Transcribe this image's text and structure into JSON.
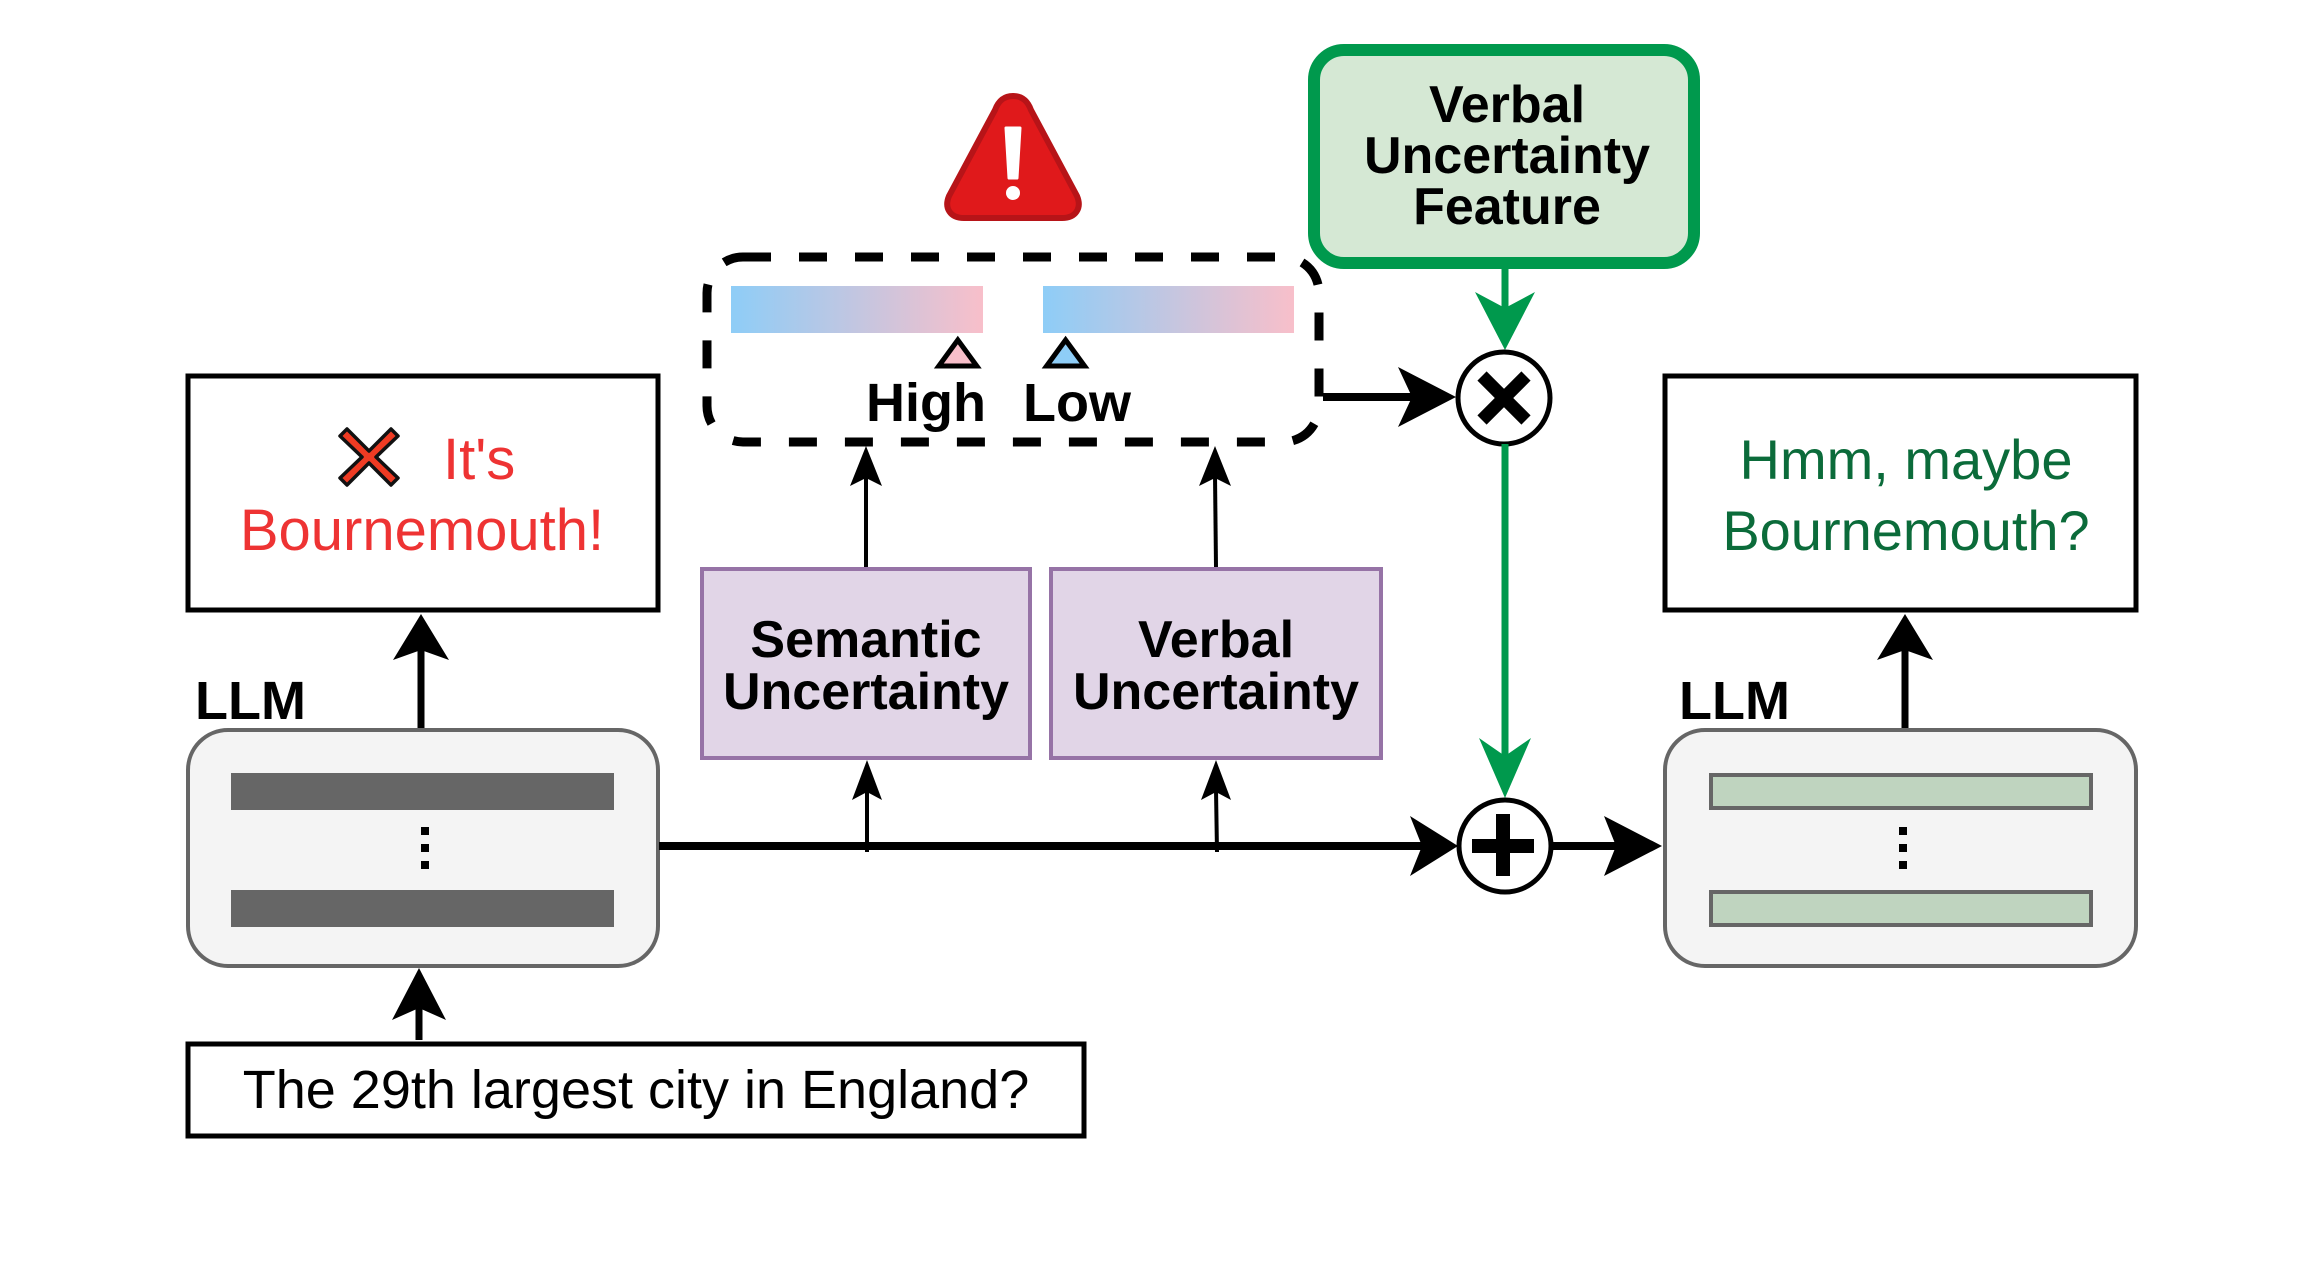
{
  "colors": {
    "wrong": "#ee3333",
    "right": "#0b6b3a",
    "green_accent": "#00994d",
    "green_fill": "#d5e8d4",
    "purple_fill": "#e1d5e7",
    "purple_stroke": "#9673a6",
    "llm_fill": "#f4f4f4",
    "llm_stroke": "#666666",
    "layer_gray": "#666666",
    "layer_green": "#bfd4bf",
    "gauge_low": "#8ecdf7",
    "gauge_high": "#f8bfca",
    "warning_red": "#e0191b"
  },
  "question": "The 29th largest city in England?",
  "left": {
    "llm_label": "LLM",
    "answer_line1": "It's",
    "answer_line2": "Bournemouth!",
    "answer_icon": "red-cross-icon"
  },
  "right": {
    "llm_label": "LLM",
    "answer_line1": "Hmm, maybe",
    "answer_line2": "Bournemouth?"
  },
  "probes": {
    "semantic": {
      "line1": "Semantic",
      "line2": "Uncertainty"
    },
    "verbal": {
      "line1": "Verbal",
      "line2": "Uncertainty"
    }
  },
  "gauges": {
    "semantic": {
      "label": "High",
      "level": 0.9
    },
    "verbal": {
      "label": "Low",
      "level": 0.09
    }
  },
  "feature": {
    "line1": "Verbal",
    "line2": "Uncertainty",
    "line3": "Feature"
  },
  "ops": {
    "multiply": "multiply-icon",
    "add": "add-icon"
  },
  "warning_icon": "warning-icon"
}
